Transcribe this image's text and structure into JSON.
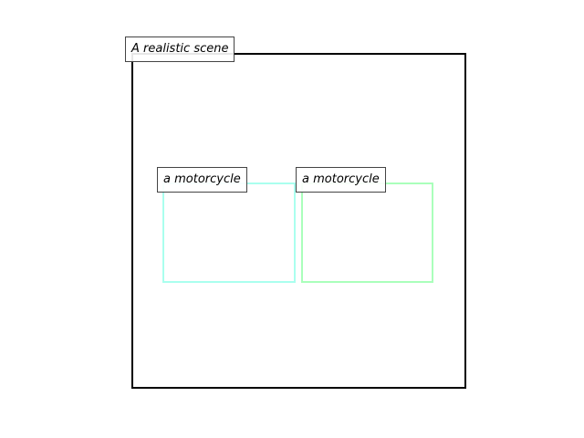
{
  "scene": {
    "label": "A realistic scene",
    "border_color": "#000000"
  },
  "objects": [
    {
      "label": "a motorcycle",
      "color": "#aaffee"
    },
    {
      "label": "a motorcycle",
      "color": "#aaffbb"
    }
  ]
}
